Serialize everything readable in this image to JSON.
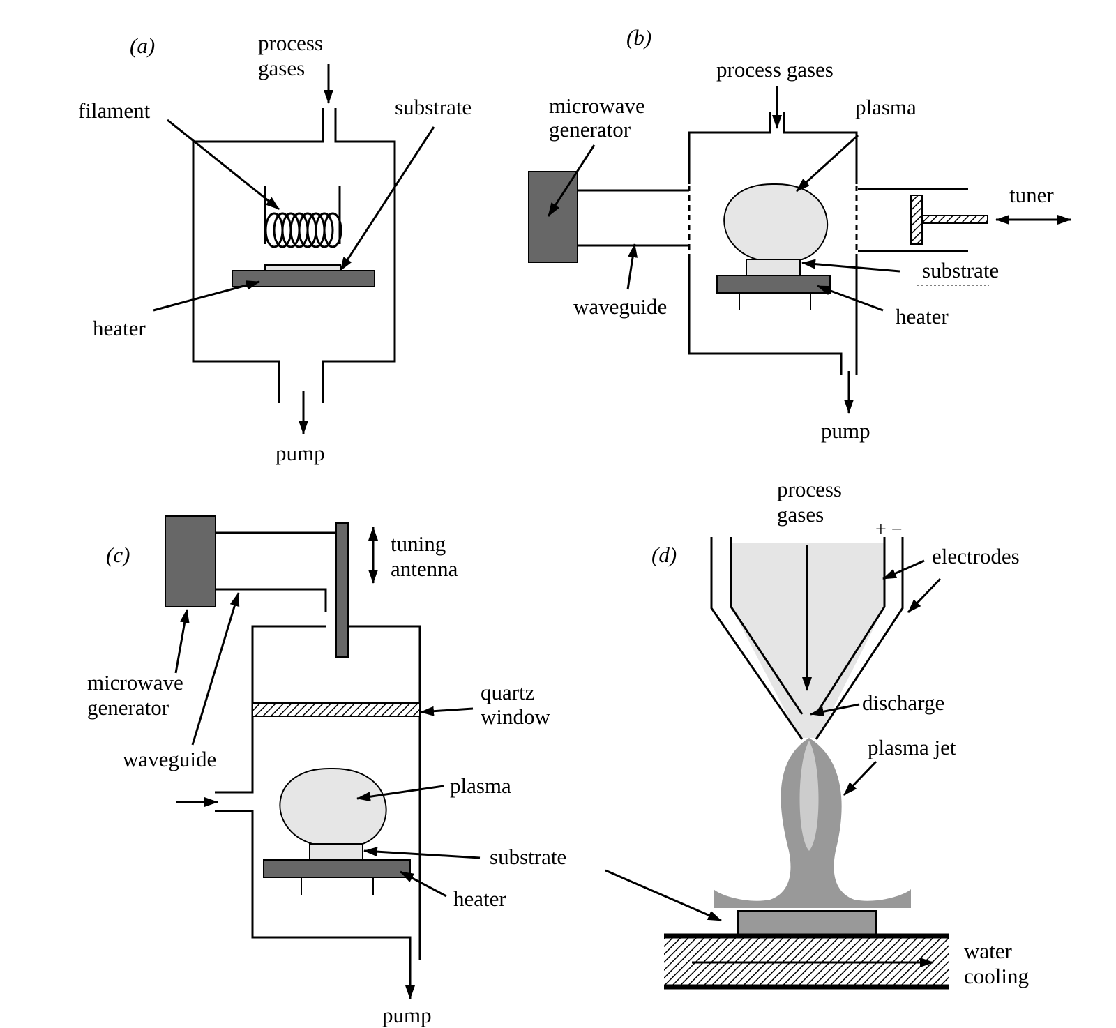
{
  "colors": {
    "line": "#000000",
    "dark_gray": "#676767",
    "mid_gray": "#999999",
    "light_gray": "#e5e5e5",
    "plasma": "#e6e6e6"
  },
  "panel_a": {
    "panel_label": "(a)",
    "process_gases_1": "process",
    "process_gases_2": "gases",
    "filament": "filament",
    "substrate": "substrate",
    "heater": "heater",
    "pump": "pump"
  },
  "panel_b": {
    "panel_label": "(b)",
    "process_gases": "process gases",
    "microwave_generator_1": "microwave",
    "microwave_generator_2": "generator",
    "plasma": "plasma",
    "tuner": "tuner",
    "waveguide": "waveguide",
    "substrate": "substrate",
    "heater": "heater",
    "pump": "pump"
  },
  "panel_c": {
    "panel_label": "(c)",
    "tuning_antenna_1": "tuning",
    "tuning_antenna_2": "antenna",
    "microwave_generator_1": "microwave",
    "microwave_generator_2": "generator",
    "waveguide": "waveguide",
    "quartz_window_1": "quartz",
    "quartz_window_2": "window",
    "plasma": "plasma",
    "substrate": "substrate",
    "heater": "heater",
    "pump": "pump"
  },
  "panel_d": {
    "panel_label": "(d)",
    "process_gases_1": "process",
    "process_gases_2": "gases",
    "polarity": "+ −",
    "electrodes": "electrodes",
    "discharge": "discharge",
    "plasma_jet": "plasma jet",
    "water_cooling_1": "water",
    "water_cooling_2": "cooling"
  }
}
